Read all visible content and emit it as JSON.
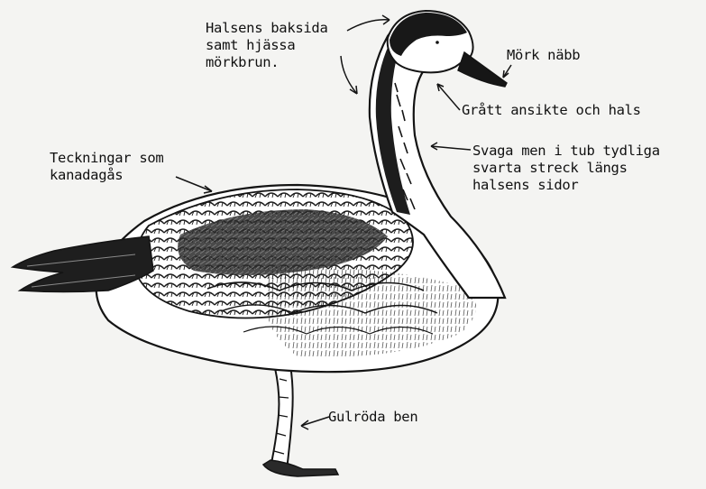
{
  "labels": {
    "neck_back": "Halsens baksida\nsamt hjässa\nmörkbrun.",
    "bill": "Mörk näbb",
    "face": "Grått ansikte och hals",
    "stripes": "Svaga men i tub tydliga\nsvarta streck längs\nhalsens sidor",
    "canada": "Teckningar som\nkanadagås",
    "legs": "Gulröda ben"
  },
  "illustration": {
    "subject": "goose-icon",
    "stroke_color": "#141414",
    "paper_color": "#f4f4f2"
  }
}
